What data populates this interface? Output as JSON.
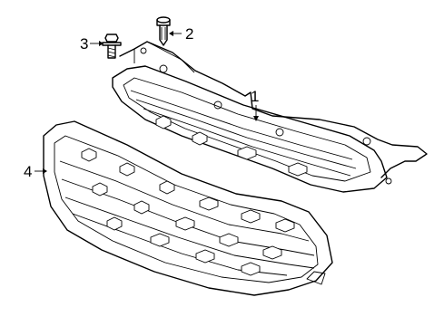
{
  "parts": [
    {
      "callout": "1",
      "part": "upper-grille-bracket"
    },
    {
      "callout": "2",
      "part": "push-pin-clip"
    },
    {
      "callout": "3",
      "part": "bolt"
    },
    {
      "callout": "4",
      "part": "lower-grille"
    }
  ]
}
